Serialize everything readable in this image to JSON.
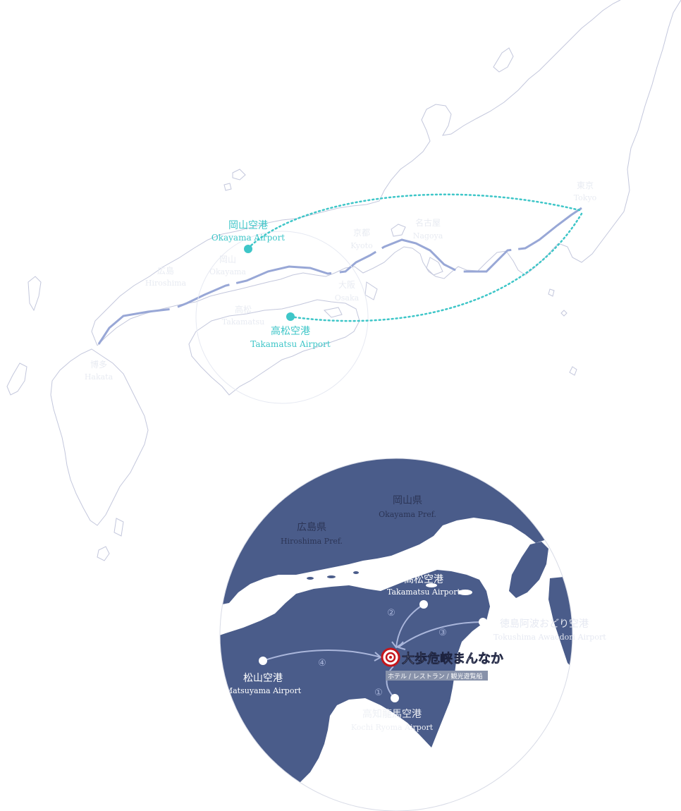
{
  "colors": {
    "coast": "#c3c7dc",
    "rail": "#98a7d6",
    "accent": "#3ec6c8",
    "sea_dark": "#4a5c8a",
    "land_light": "#ffffff",
    "ghost_label": "#eef0f5",
    "route_line": "#aab6db",
    "brand_red": "#c4161c"
  },
  "top_map": {
    "airports": [
      {
        "name_ja": "岡山空港",
        "name_en": "Okayama Airport"
      },
      {
        "name_ja": "高松空港",
        "name_en": "Takamatsu Airport"
      }
    ],
    "cities": [
      {
        "ja": "東京",
        "en": "Tokyo"
      },
      {
        "ja": "名古屋",
        "en": "Nagoya"
      },
      {
        "ja": "京都",
        "en": "Kyoto"
      },
      {
        "ja": "大阪",
        "en": "Osaka"
      },
      {
        "ja": "岡山",
        "en": "Okayama"
      },
      {
        "ja": "広島",
        "en": "Hiroshima"
      },
      {
        "ja": "高松",
        "en": "Takamatsu"
      },
      {
        "ja": "博多",
        "en": "Hakata"
      }
    ]
  },
  "inset_map": {
    "prefectures": [
      {
        "ja": "岡山県",
        "en": "Okayama Pref."
      },
      {
        "ja": "広島県",
        "en": "Hiroshima Pref."
      }
    ],
    "airports": [
      {
        "ja": "高松空港",
        "en": "Takamatsu Airport",
        "route": "②"
      },
      {
        "ja": "徳島阿波おどり空港",
        "en": "Tokushima Awaodori Airport",
        "route": "③"
      },
      {
        "ja": "松山空港",
        "en": "Matsuyama Airport",
        "route": "④"
      },
      {
        "ja": "高知龍馬空港",
        "en": "Kochi Ryoma Airport",
        "route": "①"
      }
    ],
    "destination": {
      "logo_text": "大歩危峡まんなか",
      "subtitle": "ホテル / レストラン / 観光遊覧船"
    }
  }
}
